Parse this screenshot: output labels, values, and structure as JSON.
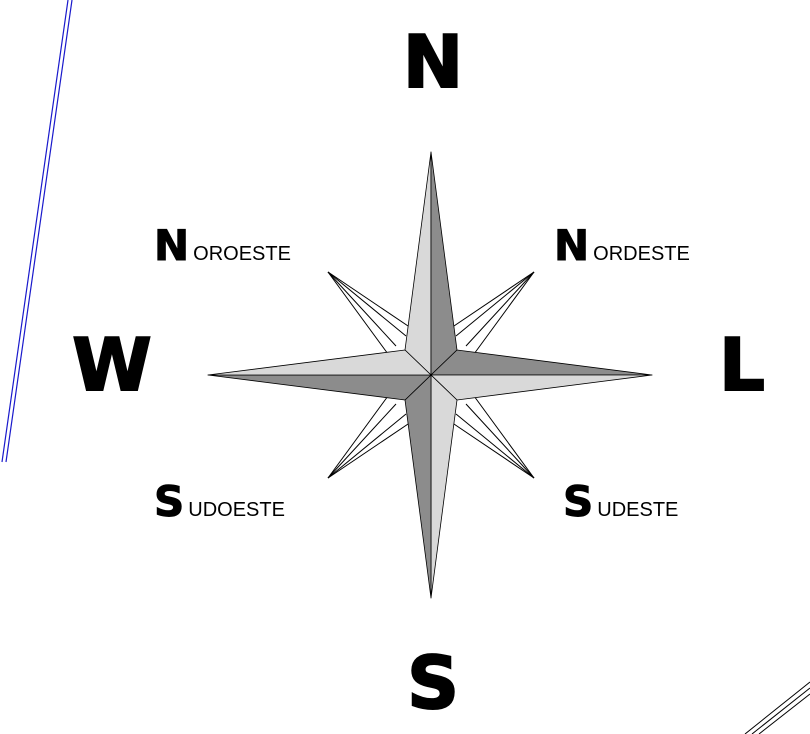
{
  "cardinals": {
    "north": "N",
    "south": "S",
    "east": "L",
    "west": "W"
  },
  "intercardinals": {
    "northwest": {
      "initial": "N",
      "rest": "OROESTE"
    },
    "northeast": {
      "initial": "N",
      "rest": "ORDESTE"
    },
    "southwest": {
      "initial": "S",
      "rest": "UDOESTE"
    },
    "southeast": {
      "initial": "S",
      "rest": "UDESTE"
    }
  },
  "colors": {
    "light_face": "#d9d9d9",
    "dark_face": "#8c8c8c",
    "outline": "#000000",
    "frame_line": "#1a1acc"
  }
}
